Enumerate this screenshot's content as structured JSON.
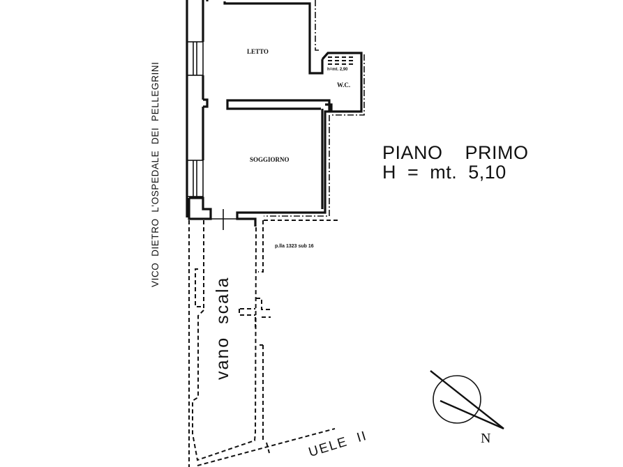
{
  "plan": {
    "floor_title": "PIANO    PRIMO",
    "height_note": "H  =  mt.  5,10",
    "rooms": [
      {
        "name": "LETTO"
      },
      {
        "name": "W.C."
      },
      {
        "name": "SOGGIORNO"
      }
    ],
    "wc_height_note": "h=mt. 2,90",
    "stair_label": "vano  scala",
    "parcel_note": "p.lla 1323 sub 16",
    "street_left": "VICO  DIETRO  L'OSPEDALE  DEI  PELLEGRINI",
    "street_bottom": "UELE  II",
    "north_arrow": {
      "label": "N",
      "icon": "north-compass-icon"
    }
  }
}
